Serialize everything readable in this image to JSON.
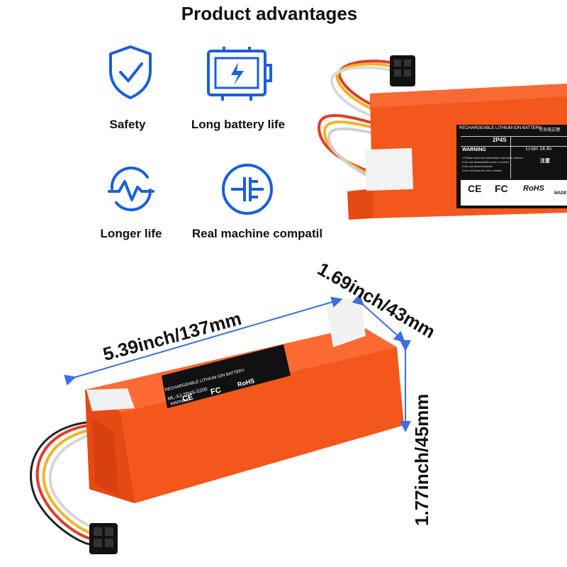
{
  "title": "Product advantages",
  "features": [
    {
      "label": "Safety",
      "icon": "shield-check-icon"
    },
    {
      "label": "Long battery life",
      "icon": "battery-charge-icon"
    },
    {
      "label": "Longer life",
      "icon": "heartbeat-icon"
    },
    {
      "label": "Real machine compatil",
      "icon": "connector-icon"
    }
  ],
  "colors": {
    "accent": "#1b5fd9",
    "battery": "#f4571c",
    "dimension_arrow": "#3a6fe0"
  },
  "battery_label_top": {
    "heading": "RECHARGEABLE LITHIUM ION BATTERY",
    "heading_cn": "可充电式锂",
    "model": "2P4S",
    "spec": "Li-ion 14.4v",
    "warning": "WARNING",
    "warning_cn": "注意",
    "lines": [
      "1.Please read and understand operation manual",
      "2.Do not disassemble,crush or solder.",
      "3.Do not short terminals.",
      "4.Do not throw into fire or water."
    ],
    "certs": [
      "CE",
      "FC",
      "RoHS"
    ],
    "made": "MADE"
  },
  "battery_label_front": {
    "heading": "RECHARGEABLE LITHIUM ION BATTERY",
    "model": "ML-XJ-2P4S-5200",
    "warning": "WARNING",
    "certs": [
      "CE",
      "FC",
      "RoHS"
    ]
  },
  "dimensions": {
    "length": "5.39inch/137mm",
    "width": "1.69inch/43mm",
    "height": "1.77inch/45mm"
  }
}
